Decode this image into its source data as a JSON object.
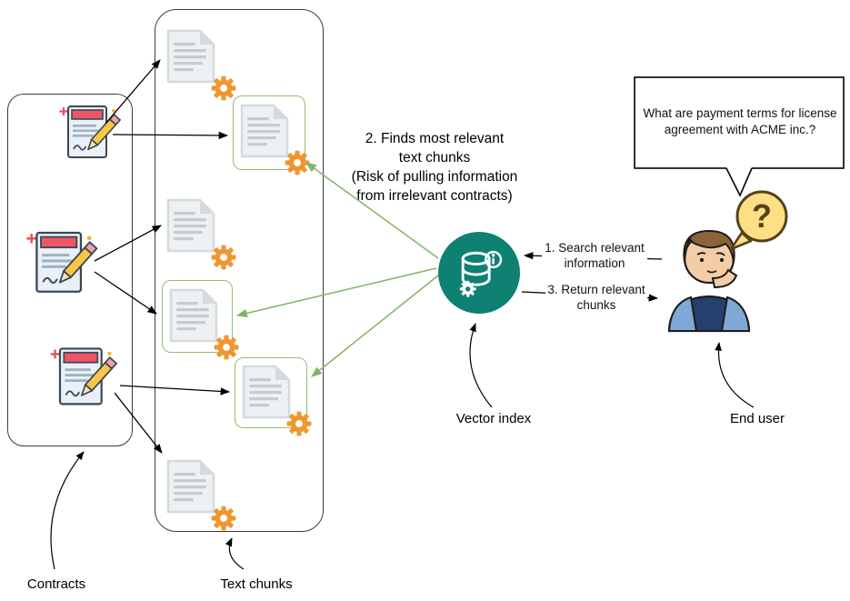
{
  "labels": {
    "contracts": "Contracts",
    "text_chunks": "Text chunks",
    "vector_index": "Vector index",
    "end_user": "End user"
  },
  "annotations": {
    "step1": "1. Search relevant information",
    "step2_lines": [
      "2. Finds most relevant",
      "text chunks",
      "(Risk of pulling information",
      "from irrelevant contracts)"
    ],
    "step3": "3. Return relevant chunks"
  },
  "speech_bubble": {
    "text": "What are payment terms for license agreement with ACME inc.?"
  },
  "thought": {
    "question_mark": "?"
  },
  "colors": {
    "vector_index_teal": "#0e8173",
    "gear_orange": "#f0962f",
    "highlight_green": "#82b366",
    "thought_yellow": "#ffdf86"
  },
  "icons": {
    "contract": "contract-document-with-pencil",
    "text_chunk": "document-with-gear",
    "vector_index": "database-with-info-and-gear",
    "end_user": "thinking-person",
    "thought": "question-mark-bubble"
  }
}
